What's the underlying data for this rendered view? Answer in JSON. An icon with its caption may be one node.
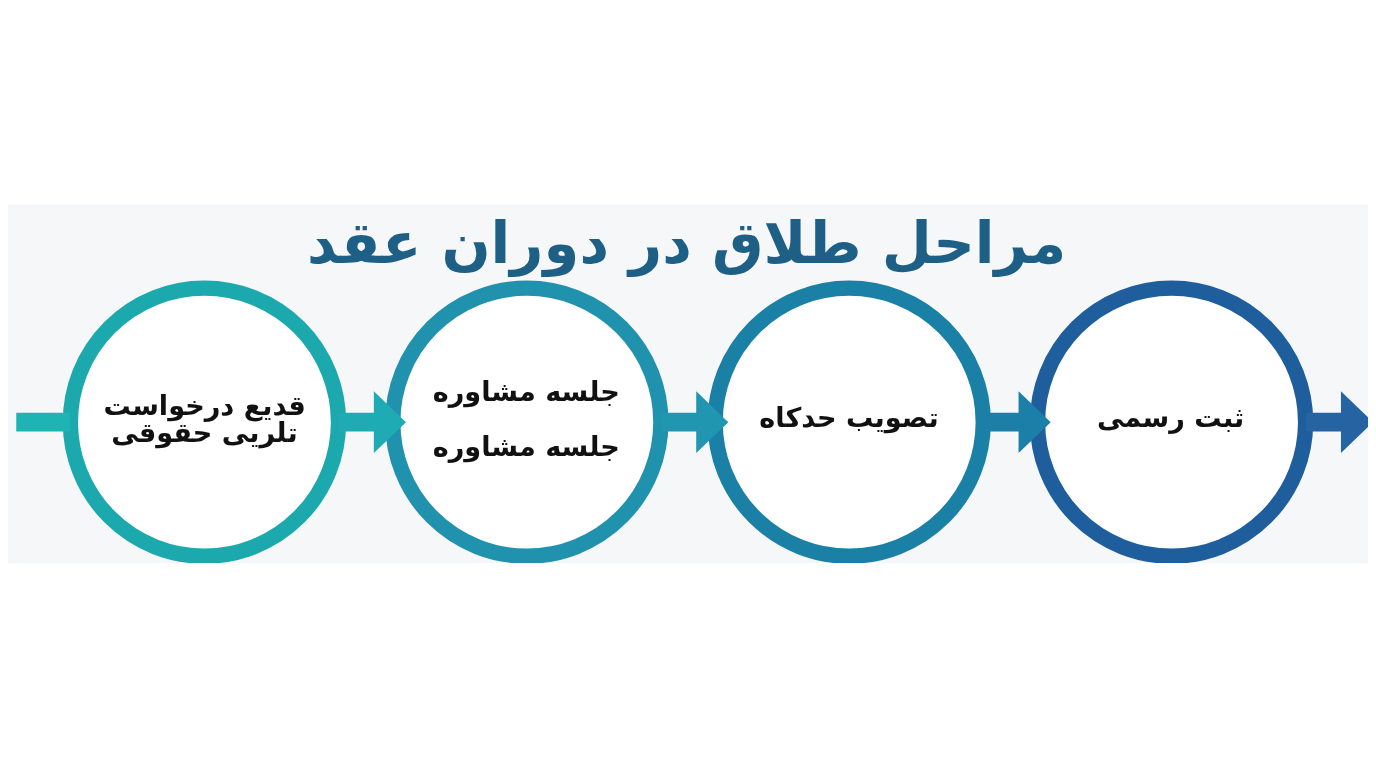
{
  "diagram": {
    "title": "مراحل طلاق در دوران عقد",
    "nodes": [
      {
        "text": [
          "قدیع درخواست تلریی حقوقی"
        ]
      },
      {
        "text": [
          "جلسه مشاوره",
          "جلسه مشاوره"
        ]
      },
      {
        "text": [
          "تصویب حدکاه"
        ]
      },
      {
        "text": [
          "ثبت رسمی"
        ]
      }
    ],
    "edges": [
      {
        "from": null,
        "to": 0,
        "arrow": "none",
        "color": "#1fb4b4"
      },
      {
        "from": 0,
        "to": 1,
        "arrow": "to",
        "color": "#1fabb3"
      },
      {
        "from": 1,
        "to": 2,
        "arrow": "to",
        "color": "#2196b0"
      },
      {
        "from": 2,
        "to": 3,
        "arrow": "to",
        "color": "#1c7fa8"
      },
      {
        "from": 3,
        "to": null,
        "arrow": "to",
        "color": "#2563a2"
      }
    ]
  }
}
